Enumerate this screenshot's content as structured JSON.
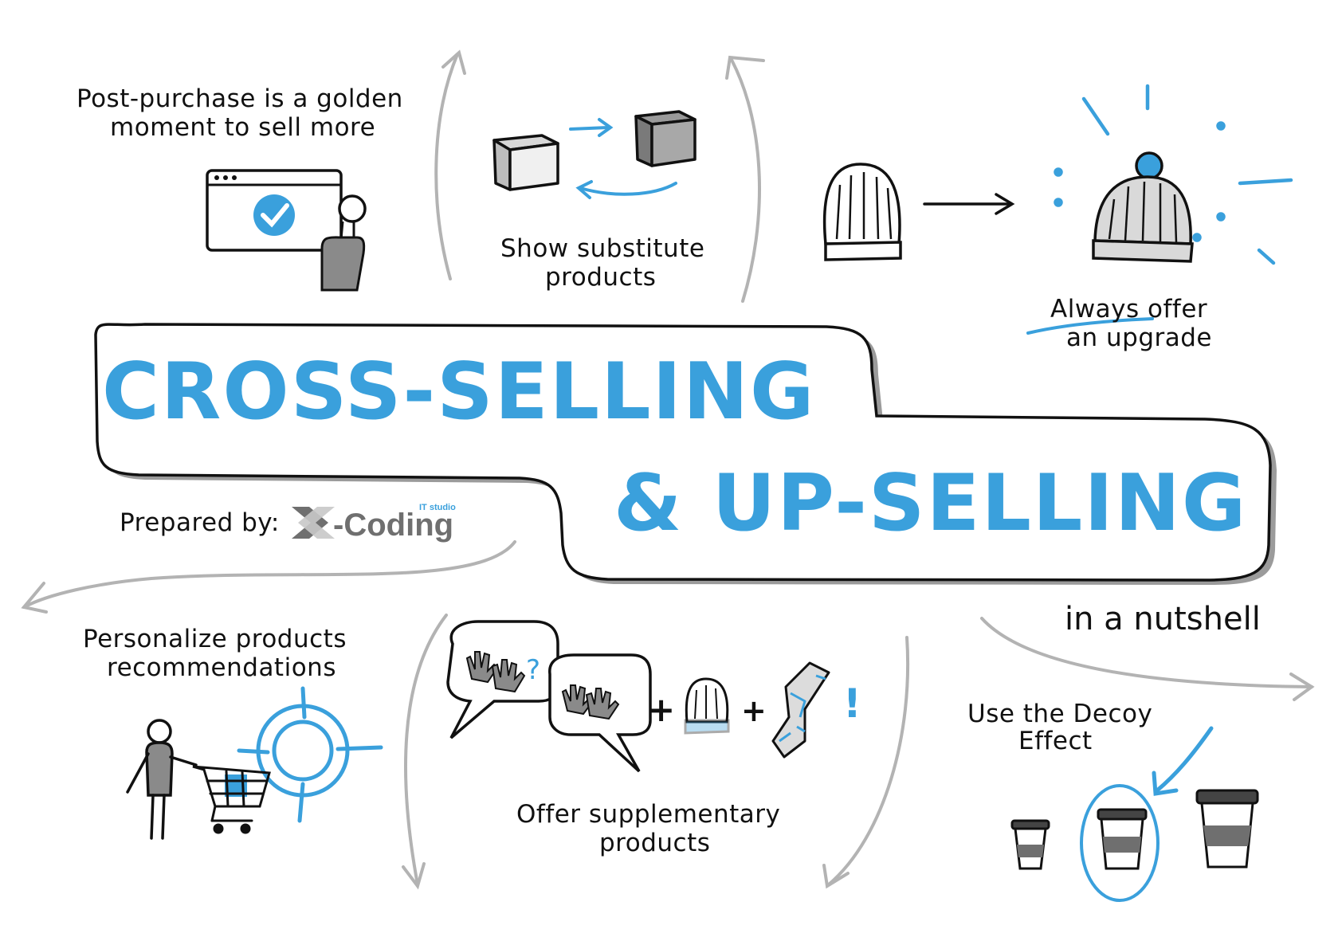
{
  "colors": {
    "accent": "#3aa0dc",
    "ink": "#111111",
    "gray": "#9b9b9b",
    "light_gray": "#c8c8c8",
    "dark_gray": "#6f6f6f"
  },
  "title": {
    "line1": "CROSS-SELLING",
    "line2": "& UP-SELLING",
    "subtitle": "in a nutshell"
  },
  "prepared_by": {
    "label": "Prepared by:",
    "logo_text": "-Coding",
    "logo_small": "IT studio"
  },
  "sections": {
    "post_purchase": {
      "line1": "Post-purchase is a golden",
      "line2": "moment to sell more",
      "icon": "browser-check-icon"
    },
    "substitute": {
      "line1": "Show substitute",
      "line2": "products",
      "icon": "swap-cubes-icon"
    },
    "upgrade": {
      "line1": "Always offer",
      "line2": "an upgrade",
      "icon": "beanie-upgrade-icon"
    },
    "personalize": {
      "line1": "Personalize products",
      "line2": "recommendations",
      "icon": "target-cart-icon"
    },
    "supplementary": {
      "line1": "Offer supplementary",
      "line2": "products",
      "icon": "gloves-hat-scarf-icon"
    },
    "decoy": {
      "line1": "Use the Decoy",
      "line2": "Effect",
      "icon": "coffee-cups-icon"
    }
  },
  "glyphs": {
    "question": "?",
    "plus": "+",
    "exclaim": "!"
  }
}
